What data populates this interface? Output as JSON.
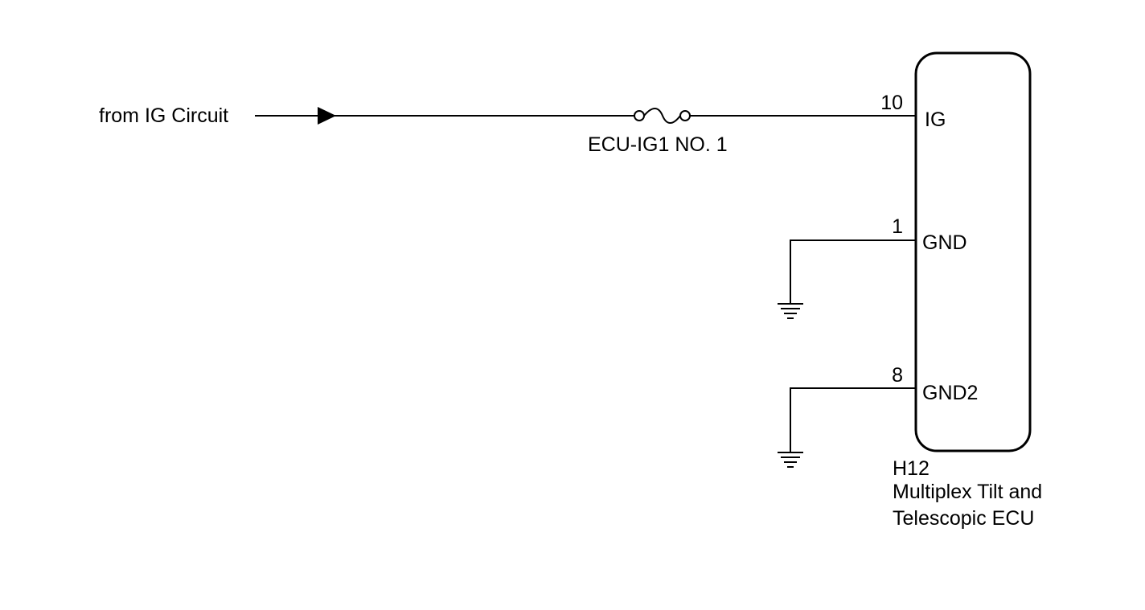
{
  "input": {
    "label": "from IG Circuit"
  },
  "fuse": {
    "label": "ECU-IG1 NO. 1"
  },
  "ecu": {
    "connector": "H12",
    "name_line1": "Multiplex Tilt and",
    "name_line2": "Telescopic ECU",
    "pins": [
      {
        "number": "10",
        "name": "IG"
      },
      {
        "number": "1",
        "name": "GND"
      },
      {
        "number": "8",
        "name": "GND2"
      }
    ]
  },
  "colors": {
    "line": "#000000",
    "background": "#ffffff"
  }
}
